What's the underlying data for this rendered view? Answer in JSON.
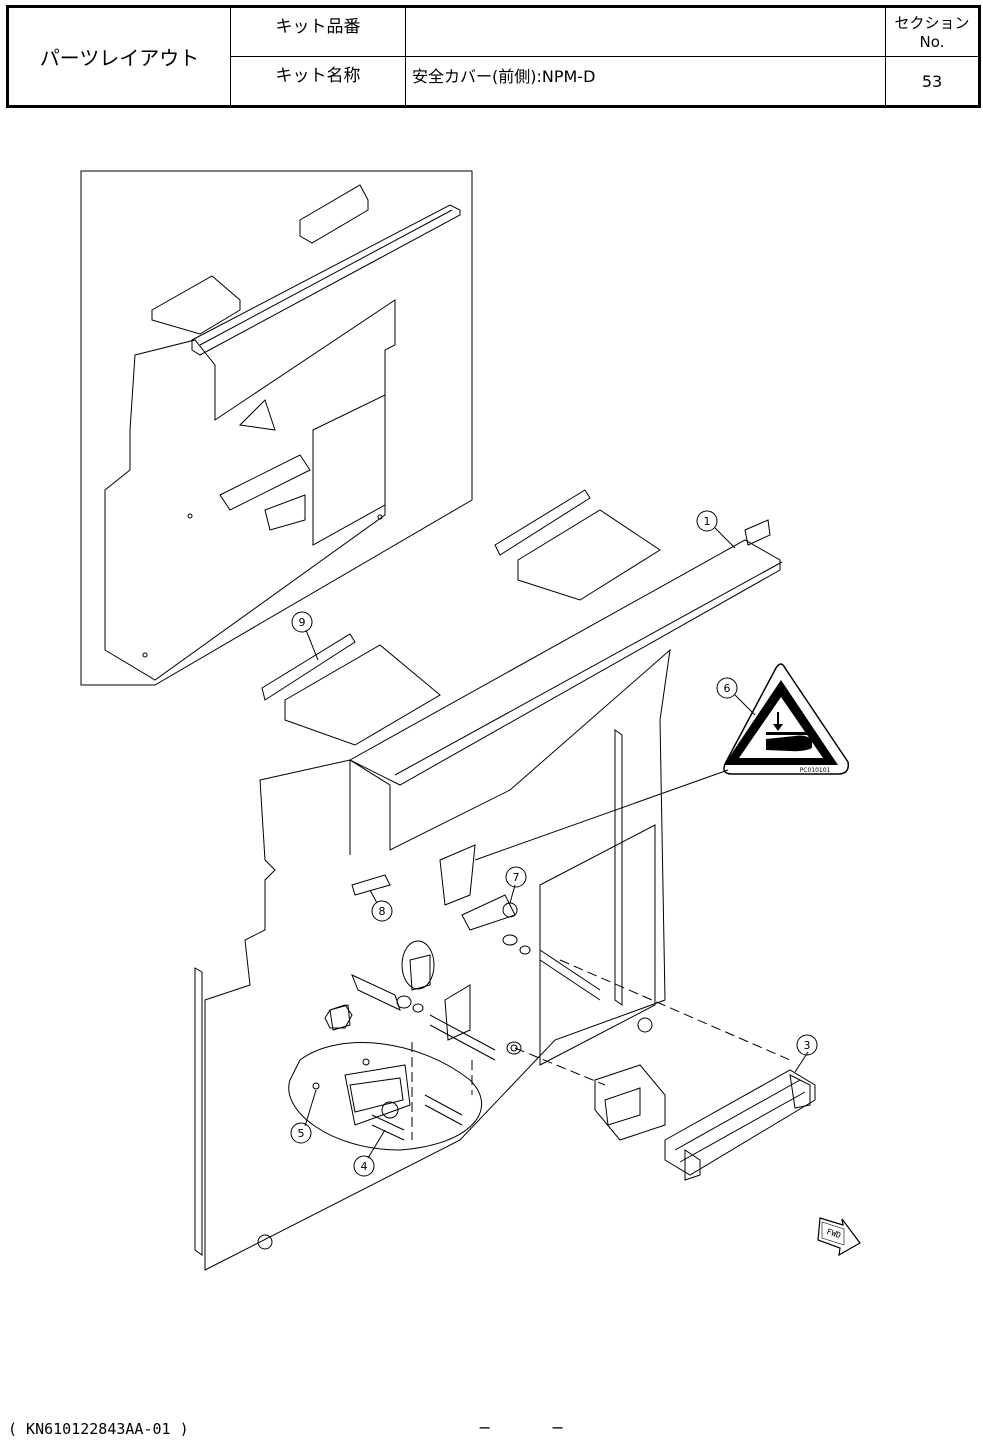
{
  "header": {
    "title": "パーツレイアウト",
    "kit_no_label": "キット品番",
    "kit_no_value": "",
    "kit_name_label": "キット名称",
    "kit_name_value": "安全カバー(前側):NPM-D",
    "section_label": "セクションNo.",
    "section_value": "53"
  },
  "diagram": {
    "callouts": [
      "1",
      "3",
      "4",
      "5",
      "6",
      "7",
      "8",
      "9"
    ],
    "warning_label_code": "PC010101",
    "fwd_label": "FWD"
  },
  "footer": {
    "doc_code": "( KN610122843AA-01 )",
    "dash_left": "−",
    "dash_right": "−"
  }
}
